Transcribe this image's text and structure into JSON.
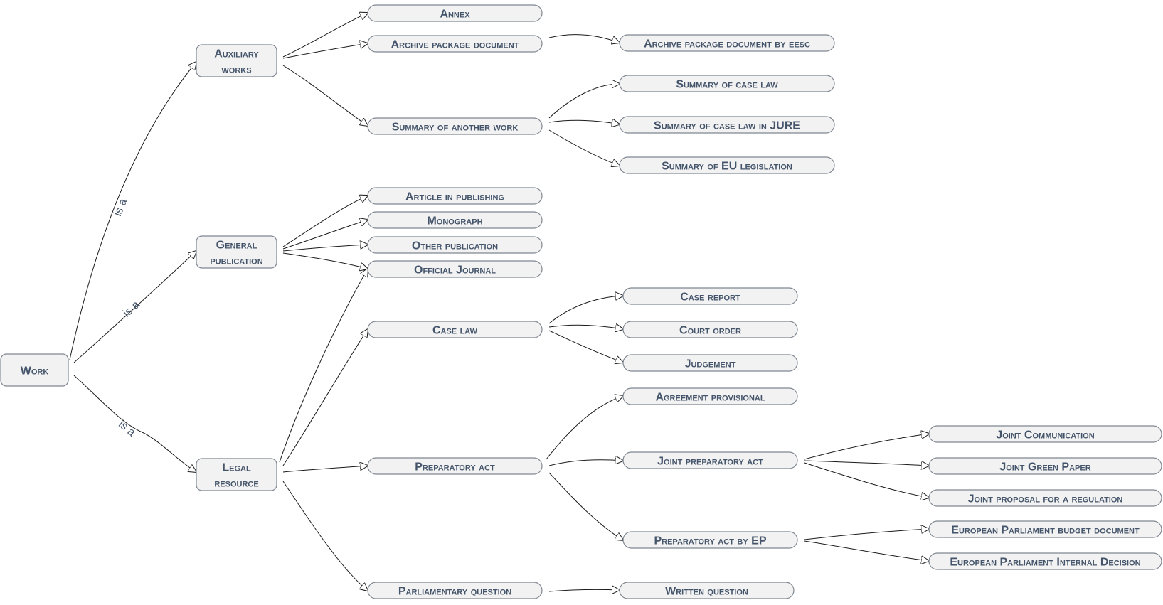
{
  "diagram": {
    "type": "hierarchy",
    "nodes": [
      {
        "id": "work",
        "label": "Work"
      },
      {
        "id": "auxiliary",
        "label": "Auxiliary works"
      },
      {
        "id": "general",
        "label": "General publication"
      },
      {
        "id": "legal",
        "label": "Legal resource"
      },
      {
        "id": "annex",
        "label": "Annex"
      },
      {
        "id": "archive",
        "label": "Archive package document"
      },
      {
        "id": "summary_other",
        "label": "Summary of another work"
      },
      {
        "id": "archive_eesc",
        "label": "Archive package document by eesc"
      },
      {
        "id": "summary_case",
        "label": "Summary of case law"
      },
      {
        "id": "summary_case_jure",
        "label": "Summary of case law in JURE"
      },
      {
        "id": "summary_eu",
        "label": "Summary of EU legislation"
      },
      {
        "id": "article",
        "label": "Article in publishing"
      },
      {
        "id": "monograph",
        "label": "Monograph"
      },
      {
        "id": "other_pub",
        "label": "Other publication"
      },
      {
        "id": "oj",
        "label": "Official Journal"
      },
      {
        "id": "case_law",
        "label": "Case law"
      },
      {
        "id": "case_report",
        "label": "Case report"
      },
      {
        "id": "court_order",
        "label": "Court order"
      },
      {
        "id": "judgement",
        "label": "Judgement"
      },
      {
        "id": "prep_act",
        "label": "Preparatory act"
      },
      {
        "id": "agreement",
        "label": "Agreement provisional"
      },
      {
        "id": "joint_prep",
        "label": "Joint preparatory act"
      },
      {
        "id": "prep_ep",
        "label": "Preparatory act by EP"
      },
      {
        "id": "joint_comm",
        "label": "Joint Communication"
      },
      {
        "id": "joint_green",
        "label": "Joint Green Paper"
      },
      {
        "id": "joint_proposal",
        "label": "Joint proposal for a regulation"
      },
      {
        "id": "ep_budget",
        "label": "European Parliament budget document"
      },
      {
        "id": "ep_internal",
        "label": "European Parliament Internal Decision"
      },
      {
        "id": "parl_question",
        "label": "Parliamentary question"
      },
      {
        "id": "written_question",
        "label": "Written question"
      }
    ],
    "edges": [
      {
        "from": "work",
        "to": "auxiliary",
        "label": "is a"
      },
      {
        "from": "work",
        "to": "general",
        "label": "is a"
      },
      {
        "from": "work",
        "to": "legal",
        "label": "is a"
      },
      {
        "from": "auxiliary",
        "to": "annex",
        "label": ""
      },
      {
        "from": "auxiliary",
        "to": "archive",
        "label": ""
      },
      {
        "from": "auxiliary",
        "to": "summary_other",
        "label": ""
      },
      {
        "from": "archive",
        "to": "archive_eesc",
        "label": ""
      },
      {
        "from": "summary_other",
        "to": "summary_case",
        "label": ""
      },
      {
        "from": "summary_other",
        "to": "summary_case_jure",
        "label": ""
      },
      {
        "from": "summary_other",
        "to": "summary_eu",
        "label": ""
      },
      {
        "from": "general",
        "to": "article",
        "label": ""
      },
      {
        "from": "general",
        "to": "monograph",
        "label": ""
      },
      {
        "from": "general",
        "to": "other_pub",
        "label": ""
      },
      {
        "from": "general",
        "to": "oj",
        "label": ""
      },
      {
        "from": "legal",
        "to": "oj",
        "label": ""
      },
      {
        "from": "legal",
        "to": "case_law",
        "label": ""
      },
      {
        "from": "legal",
        "to": "prep_act",
        "label": ""
      },
      {
        "from": "legal",
        "to": "parl_question",
        "label": ""
      },
      {
        "from": "case_law",
        "to": "case_report",
        "label": ""
      },
      {
        "from": "case_law",
        "to": "court_order",
        "label": ""
      },
      {
        "from": "case_law",
        "to": "judgement",
        "label": ""
      },
      {
        "from": "prep_act",
        "to": "agreement",
        "label": ""
      },
      {
        "from": "prep_act",
        "to": "joint_prep",
        "label": ""
      },
      {
        "from": "prep_act",
        "to": "prep_ep",
        "label": ""
      },
      {
        "from": "joint_prep",
        "to": "joint_comm",
        "label": ""
      },
      {
        "from": "joint_prep",
        "to": "joint_green",
        "label": ""
      },
      {
        "from": "joint_prep",
        "to": "joint_proposal",
        "label": ""
      },
      {
        "from": "prep_ep",
        "to": "ep_budget",
        "label": ""
      },
      {
        "from": "prep_ep",
        "to": "ep_internal",
        "label": ""
      },
      {
        "from": "parl_question",
        "to": "written_question",
        "label": ""
      }
    ]
  }
}
